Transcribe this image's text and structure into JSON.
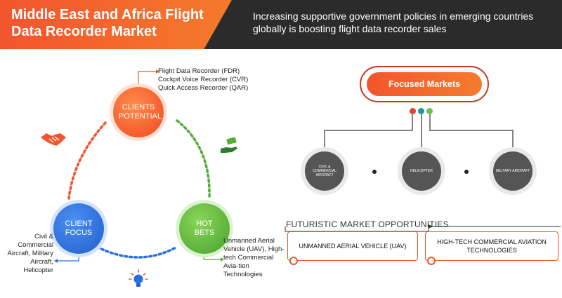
{
  "header": {
    "title": "Middle East and Africa Flight Data Recorder Market",
    "tagline": "Increasing supportive government policies in emerging countries globally is boosting flight data recorder sales"
  },
  "cycle": {
    "clients_potential": {
      "label": "CLIENTS POTENTIAL",
      "items": [
        "Flight Data Recorder (FDR)",
        "Cockpit Voice Recorder (CVR)",
        "Quick Access Recorder (QAR)"
      ]
    },
    "client_focus": {
      "label": "CLIENT FOCUS",
      "text": "Civil & Commercial Aircraft, Military Aircraft, Helicopter"
    },
    "hot_bets": {
      "label": "HOT BETS",
      "text": "Unmanned Aerial Vehicle (UAV), High-tech Commercial Avia-tion Technologies"
    }
  },
  "focused_markets": {
    "title": "Focused Markets",
    "segments": [
      "CIVIL & COMMERCIAL AIRCRAFT",
      "HELICOPTER",
      "MILITARY AIRCRAFT"
    ]
  },
  "opportunities": {
    "title": "FUTURISTIC MARKET OPPORTUNITIES",
    "items": [
      "UNMANNED AERIAL VEHICLE (UAV)",
      "HIGH-TECH COMMERCIAL AVIATION TECHNOLOGIES"
    ]
  },
  "colors": {
    "accent_orange": "#f2552e",
    "header_dark": "#2b2b2b",
    "blue": "#2a6fdc",
    "green": "#52ad34",
    "dot_red": "#e8412c",
    "dot_teal": "#1a9a9c",
    "dot_green": "#6cc04a"
  },
  "icons": [
    "handshake-icon",
    "money-hand-icon",
    "lightbulb-icon"
  ]
}
